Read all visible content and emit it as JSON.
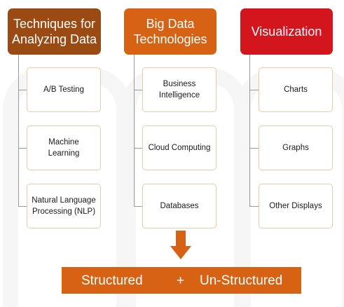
{
  "colors": {
    "header_brown": "#9a4a12",
    "header_orange": "#d86214",
    "header_red": "#d3151e",
    "box_border": "#f2c9a4",
    "bar_orange": "#d86214"
  },
  "columns": [
    {
      "header": "Techniques for\nAnalyzing Data",
      "items": [
        "A/B Testing",
        "Machine\nLearning",
        "Natural Language\nProcessing (NLP)"
      ]
    },
    {
      "header": "Big Data\nTechnologies",
      "items": [
        "Business\nIntelligence",
        "Cloud Computing",
        "Databases"
      ]
    },
    {
      "header": "Visualization",
      "items": [
        "Charts",
        "Graphs",
        "Other Displays"
      ]
    }
  ],
  "arrow_icon": "down-arrow-icon",
  "result_bar": {
    "left_label": "Structured",
    "operator": "+",
    "right_label": "Un-Structured"
  }
}
